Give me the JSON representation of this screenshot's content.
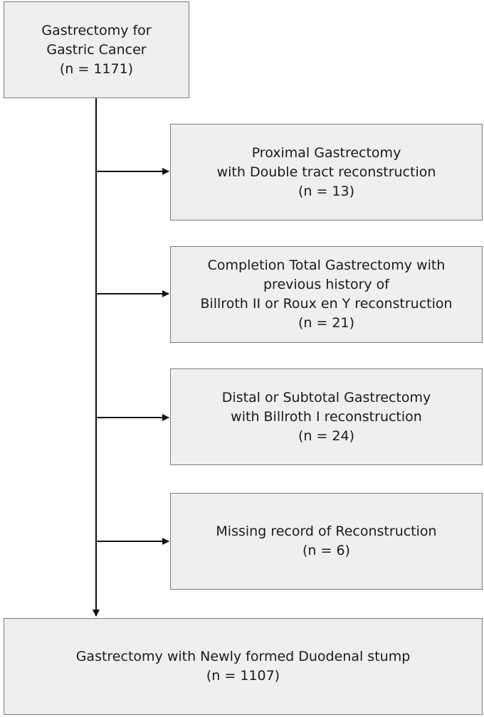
{
  "nodes": {
    "start": {
      "lines": [
        "Gastrectomy for",
        "Gastric Cancer",
        "(n = 1171)"
      ]
    },
    "exclusion_1": {
      "lines": [
        "Proximal Gastrectomy",
        "with Double tract reconstruction",
        "(n = 13)"
      ]
    },
    "exclusion_2": {
      "lines": [
        "Completion Total Gastrectomy with",
        "previous history of",
        "Billroth II or Roux en Y reconstruction",
        "(n = 21)"
      ]
    },
    "exclusion_3": {
      "lines": [
        "Distal or Subtotal Gastrectomy",
        "with Billroth I reconstruction",
        "(n = 24)"
      ]
    },
    "exclusion_4": {
      "lines": [
        "Missing record of Reconstruction",
        "(n = 6)"
      ]
    },
    "final": {
      "lines": [
        "Gastrectomy with Newly formed Duodenal stump",
        "(n = 1107)"
      ]
    }
  },
  "edges": [
    {
      "from": "start",
      "to": "exclusion_1"
    },
    {
      "from": "start",
      "to": "exclusion_2"
    },
    {
      "from": "start",
      "to": "exclusion_3"
    },
    {
      "from": "start",
      "to": "exclusion_4"
    },
    {
      "from": "start",
      "to": "final"
    }
  ]
}
